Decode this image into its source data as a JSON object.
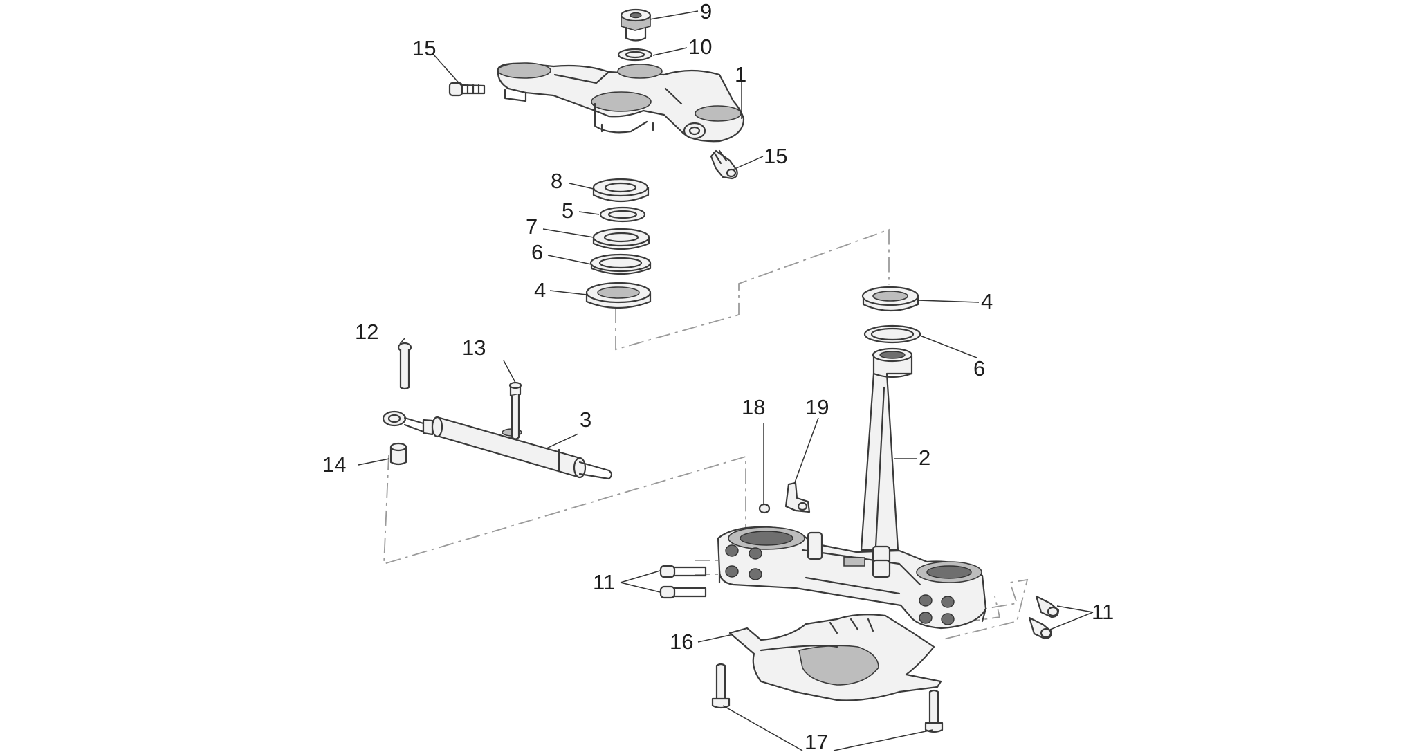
{
  "diagram": {
    "callouts": {
      "c1": "1",
      "c2": "2",
      "c3": "3",
      "c4a": "4",
      "c4b": "4",
      "c5": "5",
      "c6a": "6",
      "c6b": "6",
      "c7": "7",
      "c8": "8",
      "c9": "9",
      "c10": "10",
      "c11a": "11",
      "c11b": "11",
      "c12": "12",
      "c13": "13",
      "c14": "14",
      "c15a": "15",
      "c15b": "15",
      "c16": "16",
      "c17": "17",
      "c18": "18",
      "c19": "19"
    }
  }
}
